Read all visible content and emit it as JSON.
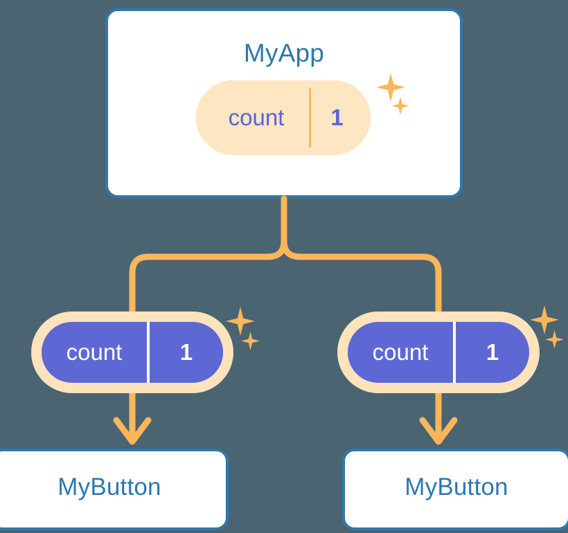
{
  "background_color": "#4a6472",
  "palette": {
    "card_border": "#2f78ab",
    "card_title": "#2f78ab",
    "card_fill": "#ffffff",
    "state_ring": "#fab658",
    "state_glow": "#fde6c2",
    "state_fill_purple": "#5d68d5",
    "state_text_purple": "#5a63d8",
    "state_text_white": "#ffffff",
    "connector": "#fab658",
    "sparkle": "#fab658"
  },
  "diagram": {
    "type": "component-tree",
    "title_shown": false,
    "nodes": [
      {
        "id": "app",
        "label": "MyApp",
        "kind": "component-card",
        "state": {
          "key": "count",
          "value": "1",
          "style": "hollow"
        }
      },
      {
        "id": "button-left",
        "label": "MyButton",
        "kind": "component-card",
        "state": {
          "key": "count",
          "value": "1",
          "style": "filled"
        }
      },
      {
        "id": "button-right",
        "label": "MyButton",
        "kind": "component-card",
        "state": {
          "key": "count",
          "value": "1",
          "style": "filled"
        }
      }
    ],
    "edges": [
      {
        "from": "app",
        "to": "button-left",
        "style": "branch"
      },
      {
        "from": "app",
        "to": "button-right",
        "style": "branch"
      },
      {
        "from": "button-left-state",
        "to": "button-left",
        "style": "arrow"
      },
      {
        "from": "button-right-state",
        "to": "button-right",
        "style": "arrow"
      }
    ],
    "sparkle_groups": [
      {
        "near": "app-state",
        "count": 2
      },
      {
        "near": "button-left-state",
        "count": 2
      },
      {
        "near": "button-right-state",
        "count": 2
      }
    ]
  }
}
